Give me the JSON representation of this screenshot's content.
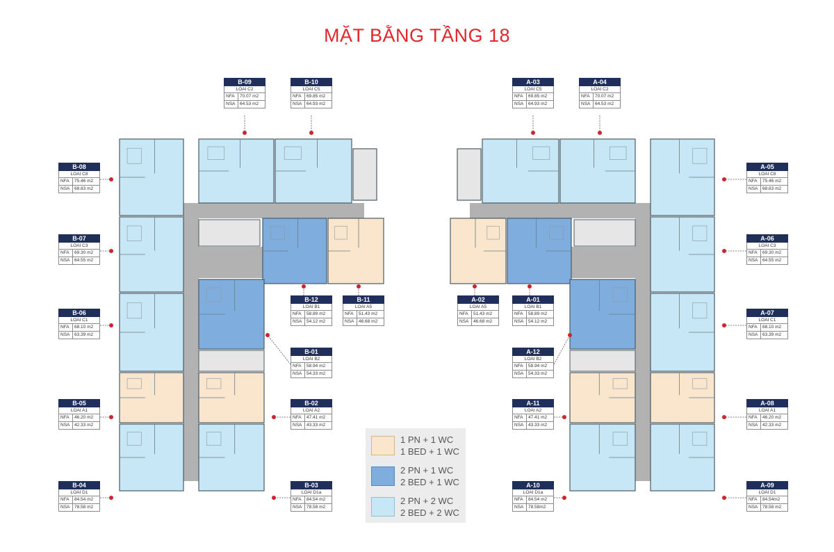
{
  "title": "MẶT BẰNG TẦNG 18",
  "colors": {
    "title": "#e3262b",
    "card_header": "#1f2f5a",
    "one_bed": "#fae6cc",
    "two_bed_one_wc": "#7faede",
    "two_bed_two_wc": "#c7e6f6",
    "corridor": "#b2b2b2",
    "wall": "#4a5a66",
    "marker": "#c9272d"
  },
  "units": [
    {
      "code": "B-09",
      "type": "LOAI C2",
      "nfa_label": "NFA",
      "nfa": "70.07 m2",
      "nsa_label": "NSA",
      "nsa": "64.53 m2"
    },
    {
      "code": "B-10",
      "type": "LOAI C5",
      "nfa_label": "NFA",
      "nfa": "69.85 m2",
      "nsa_label": "NSA",
      "nsa": "64.93 m2"
    },
    {
      "code": "A-03",
      "type": "LOAI C5",
      "nfa_label": "NFA",
      "nfa": "69.85 m2",
      "nsa_label": "NSA",
      "nsa": "64.93 m2"
    },
    {
      "code": "A-04",
      "type": "LOAI C2",
      "nfa_label": "NFA",
      "nfa": "70.07 m2",
      "nsa_label": "NSA",
      "nsa": "64.53 m2"
    },
    {
      "code": "B-08",
      "type": "LOAI C8",
      "nfa_label": "NFA",
      "nfa": "75.46 m2",
      "nsa_label": "NSA",
      "nsa": "68.83 m2"
    },
    {
      "code": "A-05",
      "type": "LOAI C8",
      "nfa_label": "NFA",
      "nfa": "75.46 m2",
      "nsa_label": "NSA",
      "nsa": "68.83 m2"
    },
    {
      "code": "B-07",
      "type": "LOAI C3",
      "nfa_label": "NFA",
      "nfa": "69.30 m2",
      "nsa_label": "NSA",
      "nsa": "64.55 m2"
    },
    {
      "code": "A-06",
      "type": "LOAI C3",
      "nfa_label": "NFA",
      "nfa": "69.30 m2",
      "nsa_label": "NSA",
      "nsa": "64.55 m2"
    },
    {
      "code": "B-12",
      "type": "LOAI B1",
      "nfa_label": "NFA",
      "nfa": "58.89 m2",
      "nsa_label": "NSA",
      "nsa": "54.12 m2"
    },
    {
      "code": "B-11",
      "type": "LOAI A5",
      "nfa_label": "NFA",
      "nfa": "51.43 m2",
      "nsa_label": "NSA",
      "nsa": "46.68 m2"
    },
    {
      "code": "A-02",
      "type": "LOAI A5",
      "nfa_label": "NFA",
      "nfa": "51.43 m2",
      "nsa_label": "NSA",
      "nsa": "46.68 m2"
    },
    {
      "code": "A-01",
      "type": "LOAI B1",
      "nfa_label": "NFA",
      "nfa": "58.89 m2",
      "nsa_label": "NSA",
      "nsa": "54.12 m2"
    },
    {
      "code": "B-06",
      "type": "LOAI C1",
      "nfa_label": "NFA",
      "nfa": "68.10 m2",
      "nsa_label": "NSA",
      "nsa": "63.39 m2"
    },
    {
      "code": "A-07",
      "type": "LOAI C1",
      "nfa_label": "NFA",
      "nfa": "68.10 m2",
      "nsa_label": "NSA",
      "nsa": "63.39 m2"
    },
    {
      "code": "B-01",
      "type": "LOAI B2",
      "nfa_label": "NFA",
      "nfa": "58.94 m2",
      "nsa_label": "NSA",
      "nsa": "54.33 m2"
    },
    {
      "code": "A-12",
      "type": "LOAI B2",
      "nfa_label": "NFA",
      "nfa": "58.94 m2",
      "nsa_label": "NSA",
      "nsa": "54.33 m2"
    },
    {
      "code": "B-05",
      "type": "LOAI A1",
      "nfa_label": "NFA",
      "nfa": "46.20 m2",
      "nsa_label": "NSA",
      "nsa": "42.33 m2"
    },
    {
      "code": "B-02",
      "type": "LOAI A2",
      "nfa_label": "NFA",
      "nfa": "47.41 m2",
      "nsa_label": "NSA",
      "nsa": "43.33 m2"
    },
    {
      "code": "A-11",
      "type": "LOAI A2",
      "nfa_label": "NFA",
      "nfa": "47.41 m2",
      "nsa_label": "NSA",
      "nsa": "43.33 m2"
    },
    {
      "code": "A-08",
      "type": "LOAI A1",
      "nfa_label": "NFA",
      "nfa": "46.20 m2",
      "nsa_label": "NSA",
      "nsa": "42.33 m2"
    },
    {
      "code": "B-04",
      "type": "LOAI D1",
      "nfa_label": "NFA",
      "nfa": "84.54 m2",
      "nsa_label": "NSA",
      "nsa": "78.58 m2"
    },
    {
      "code": "B-03",
      "type": "LOAI D1a",
      "nfa_label": "NFA",
      "nfa": "84.54 m2",
      "nsa_label": "NSA",
      "nsa": "78.58 m2"
    },
    {
      "code": "A-10",
      "type": "LOAI D1a",
      "nfa_label": "NFA",
      "nfa": "84.54 m2",
      "nsa_label": "NSA",
      "nsa": "78.58m2"
    },
    {
      "code": "A-09",
      "type": "LOAI D1",
      "nfa_label": "NFA",
      "nfa": "84.54m2",
      "nsa_label": "NSA",
      "nsa": "78.58 m2"
    }
  ],
  "legend": [
    {
      "line1": "1 PN + 1 WC",
      "line2": "1 BED + 1 WC"
    },
    {
      "line1": "2 PN + 1 WC",
      "line2": "2 BED + 1 WC"
    },
    {
      "line1": "2 PN + 2 WC",
      "line2": "2 BED + 2 WC"
    }
  ]
}
